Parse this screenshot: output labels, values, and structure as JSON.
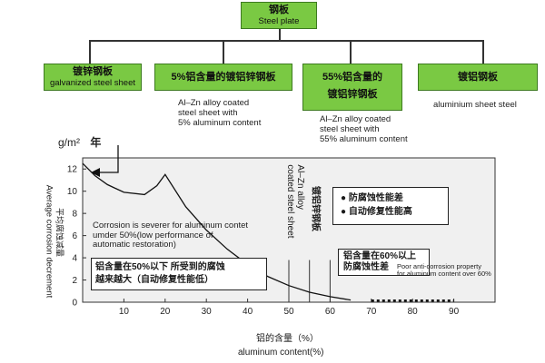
{
  "tree": {
    "root": {
      "cn": "钢板",
      "en": "Steel plate"
    },
    "children": [
      {
        "cn": "镀锌钢板",
        "en": "galvanized steel sheet",
        "desc": []
      },
      {
        "cn": "5%铝含量的镀铝锌钢板",
        "en": "",
        "desc": [
          "Al–Zn alloy coated",
          "steel sheet with",
          "5% aluminum content"
        ]
      },
      {
        "cn1": "55%铝含量的",
        "cn2": "镀铝锌钢板",
        "en": "",
        "desc": [
          "Al–Zn alloy coated",
          "steel sheet with",
          "55% aluminum content"
        ]
      },
      {
        "cn": "镀铝钢板",
        "en": "",
        "desc": [
          "aluminium sheet steel"
        ]
      }
    ]
  },
  "chart_data": {
    "type": "line",
    "y_unit_cn": "年",
    "y_unit": "g/m²",
    "ylabel_cn": "平均腐蚀减量",
    "ylabel": "Average corrosion decrement",
    "xlabel_cn": "铝的含量（%）",
    "xlabel": "aluminum content(%)",
    "xticks": [
      10,
      20,
      30,
      40,
      50,
      60,
      70,
      80,
      90
    ],
    "yticks": [
      0,
      2,
      4,
      6,
      8,
      10,
      12
    ],
    "xlim": [
      0,
      100
    ],
    "ylim": [
      0,
      13
    ],
    "series": [
      {
        "x": [
          0,
          3,
          6,
          10,
          15,
          18,
          20,
          25,
          30,
          35,
          40,
          45,
          50,
          55,
          60,
          65
        ],
        "y": [
          12.5,
          11.4,
          10.6,
          9.9,
          9.7,
          10.5,
          11.5,
          8.6,
          6.5,
          4.8,
          3.4,
          2.3,
          1.5,
          0.9,
          0.5,
          0.2
        ]
      },
      {
        "x": [
          70,
          90
        ],
        "y": [
          0.15,
          0.15
        ],
        "style": "dotted"
      }
    ],
    "vertical_label": [
      "Al–Zn alloy",
      "coated steel sheet"
    ],
    "vertical_label_cn": "镀铝锌钢板",
    "annotations": {
      "right_box": [
        "● 防腐蚀性能差",
        "● 自动修复性能高"
      ],
      "middle_text": [
        "Corrosion is severer for aluminum contet",
        "umder 50%(low performance of",
        "automatic restoration)"
      ],
      "left_box": [
        "铝含量在50%以下  所受到的腐蚀",
        "越来越大（自动修复性能低）"
      ],
      "bottom_right_cn": [
        "铝含量在60%以上",
        "防腐蚀性差"
      ],
      "bottom_right_en": [
        "Poor anti-corrosion property",
        "for aluminum content over 60%"
      ]
    },
    "colors": {
      "box_green": "#7ac943",
      "plot_bg": "#f0f0f0"
    }
  }
}
